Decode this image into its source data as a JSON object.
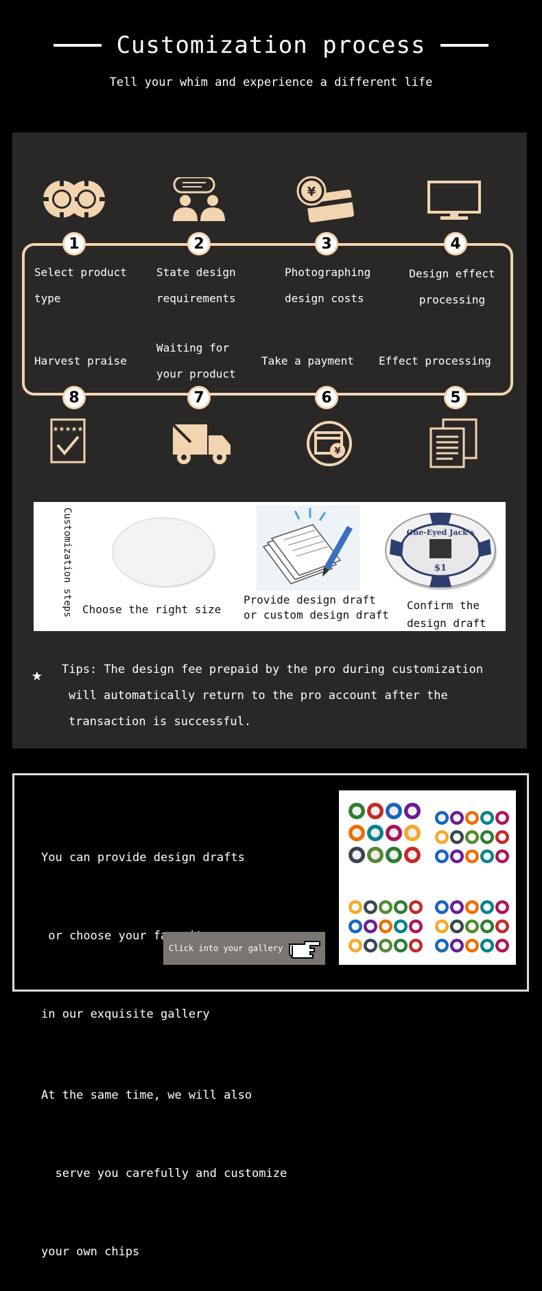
{
  "header": {
    "title": "Customization process",
    "subtitle": "Tell your whim and experience a different life"
  },
  "process": {
    "top_steps": [
      {
        "number": "1",
        "line1": "Select product",
        "line2": "type",
        "icon": "poker-chips-icon"
      },
      {
        "number": "2",
        "line1": "State design",
        "line2": "requirements",
        "icon": "people-discussion-icon"
      },
      {
        "number": "3",
        "line1": "Photographing",
        "line2": "design costs",
        "icon": "yen-payment-cards-icon"
      },
      {
        "number": "4",
        "line1": "Design effect",
        "line2": "processing",
        "icon": "monitor-icon"
      }
    ],
    "bottom_steps": [
      {
        "number": "8",
        "line1": "Harvest praise",
        "line2": "",
        "icon": "rating-checklist-icon"
      },
      {
        "number": "7",
        "line1": "Waiting for",
        "line2": "your product",
        "icon": "delivery-truck-icon"
      },
      {
        "number": "6",
        "line1": "Take a payment",
        "line2": "",
        "icon": "yen-window-icon"
      },
      {
        "number": "5",
        "line1": "Effect processing",
        "line2": "",
        "icon": "documents-icon"
      }
    ]
  },
  "customization_steps": {
    "side_label": "Customization steps",
    "items": [
      {
        "caption1": "Choose the right size",
        "caption2": ""
      },
      {
        "caption1": "Provide design draft",
        "caption2": "or custom design draft"
      },
      {
        "caption1": "Confirm the",
        "caption2": "design draft"
      }
    ],
    "chip_text": "One-Eyed Jack's",
    "chip_value": "$1"
  },
  "tips": {
    "line1": "Tips: The design fee prepaid by the pro during customization",
    "line2": "will automatically return to the pro account after the",
    "line3": "transaction is successful."
  },
  "gallery_section": {
    "lines": [
      "You can provide design drafts",
      " or choose your favorite",
      "in our exquisite gallery",
      "At the same time, we will also",
      "  serve you carefully and customize",
      "your own chips"
    ],
    "button_label": "Click into your gallery"
  },
  "colors": {
    "accent": "#f2d4b0",
    "panel": "#2a2826",
    "button": "#7a7570"
  }
}
